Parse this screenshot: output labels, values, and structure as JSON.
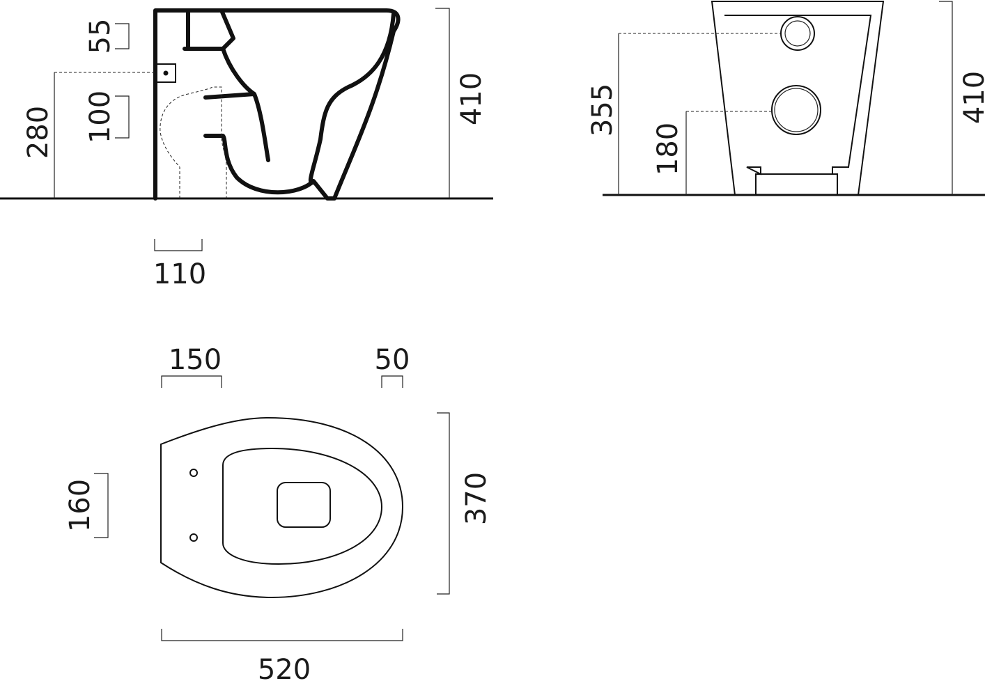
{
  "side_view": {
    "dim_55": "55",
    "dim_100": "100",
    "dim_280": "280",
    "dim_410": "410",
    "dim_110": "110"
  },
  "front_view": {
    "dim_355": "355",
    "dim_180": "180",
    "dim_410": "410"
  },
  "top_view": {
    "dim_150": "150",
    "dim_50": "50",
    "dim_160": "160",
    "dim_370": "370",
    "dim_520": "520"
  }
}
